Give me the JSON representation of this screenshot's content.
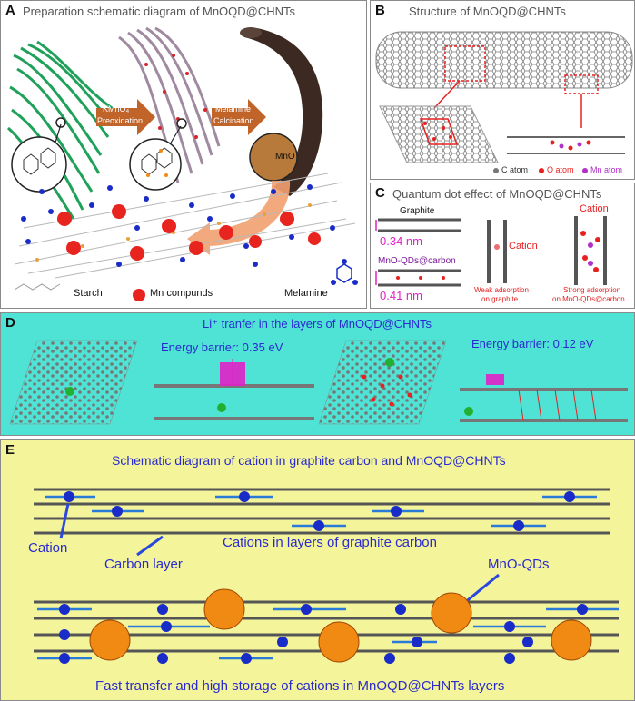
{
  "panelA": {
    "tag": "A",
    "title": "Preparation schematic diagram of MnOQD@CHNTs",
    "arrow1_top": "KMnO₄",
    "arrow1_bottom": "Preoxidation",
    "arrow2_top": "Melamine",
    "arrow2_bottom": "Calcination",
    "mno_label": "MnO",
    "legend_starch": "Starch",
    "legend_mn": "Mn compunds",
    "legend_melamine": "Melamine"
  },
  "panelB": {
    "tag": "B",
    "title": "Structure of MnOQD@CHNTs",
    "legend_c": "C atom",
    "legend_o": "O atom",
    "legend_mn": "Mn atom"
  },
  "panelC": {
    "tag": "C",
    "title": "Quantum dot effect of MnOQD@CHNTs",
    "graphite": "Graphite",
    "d1": "0.34 nm",
    "mno_carbon": "MnO-QDs@carbon",
    "d2": "0.41 nm",
    "cation_mid": "Cation",
    "cation_right": "Cation",
    "weak1": "Weak adsorption",
    "weak2": "on graphite",
    "strong1": "Strong adsorption",
    "strong2": "on MnO-QDs@carbon"
  },
  "panelD": {
    "tag": "D",
    "title": "Li⁺ tranfer in the layers of MnOQD@CHNTs",
    "barrier1": "Energy barrier: 0.35 eV",
    "barrier2": "Energy barrier: 0.12 eV"
  },
  "panelE": {
    "tag": "E",
    "title": "Schematic diagram of cation in graphite carbon and MnOQD@CHNTs",
    "cation": "Cation",
    "carbon_layer": "Carbon layer",
    "cations_graphite": "Cations in layers of graphite carbon",
    "mno_qds": "MnO-QDs",
    "bottom": "Fast transfer and high storage of cations in MnOQD@CHNTs layers"
  },
  "colors": {
    "green_fiber": "#1fa15a",
    "blue_text": "#2a2ad0",
    "magenta": "#e020c8",
    "teal_bg": "#4fe3d5",
    "yellow_bg": "#f4f59a",
    "mno_sphere": "#f08a12",
    "tube_dark": "#3c2a22",
    "arrow_orange": "#c0642a"
  }
}
